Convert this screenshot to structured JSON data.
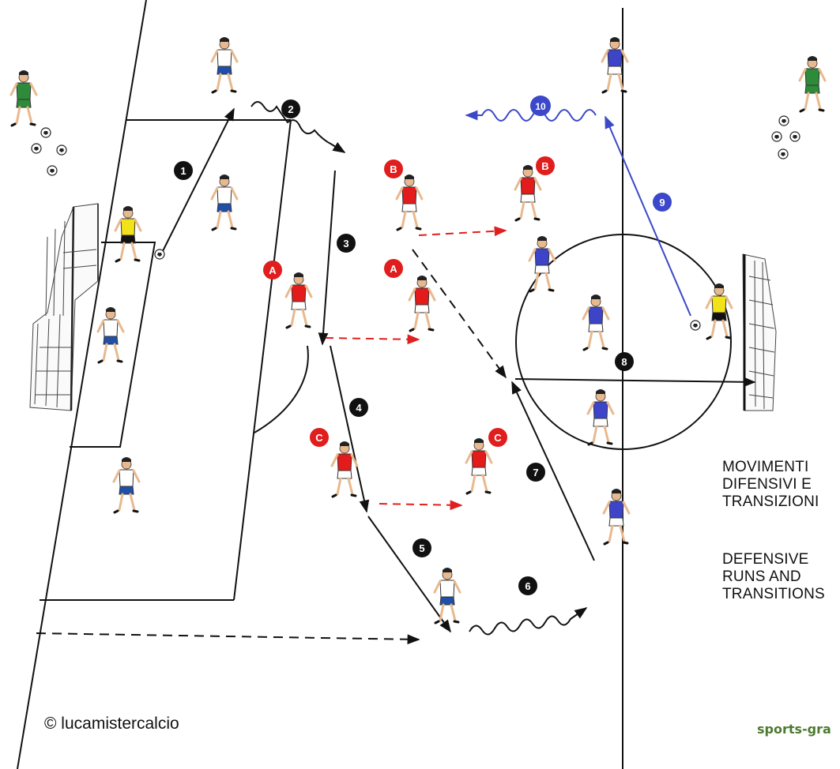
{
  "title_lines_it": [
    "MOVIMENTI",
    "DIFENSIVI E",
    "TRANSIZIONI"
  ],
  "title_lines_en": [
    "DEFENSIVE",
    "RUNS AND",
    "TRANSITIONS"
  ],
  "copyright": "© lucamistercalcio",
  "brand": "sports-gra",
  "steps": [
    "1",
    "2",
    "3",
    "4",
    "5",
    "6",
    "7",
    "8",
    "9",
    "10"
  ],
  "zone_labels": [
    "A",
    "A",
    "B",
    "B",
    "C",
    "C"
  ],
  "colors": {
    "black_marker": "#111111",
    "red_marker": "#e01e1e",
    "blue_marker": "#3b48c9",
    "red_pass": "#e02020",
    "blue_run": "#3b48c9",
    "white_team": "#ffffff",
    "red_team": "#e31b1b",
    "blue_team": "#3d44c8",
    "goalkeeper": "#f2e21a",
    "coach": "#2e8b3a",
    "brand": "#4c7a2f"
  },
  "icons": [
    "player-figure",
    "goalkeeper-figure",
    "coach-figure",
    "ball-icon",
    "goal-net"
  ]
}
